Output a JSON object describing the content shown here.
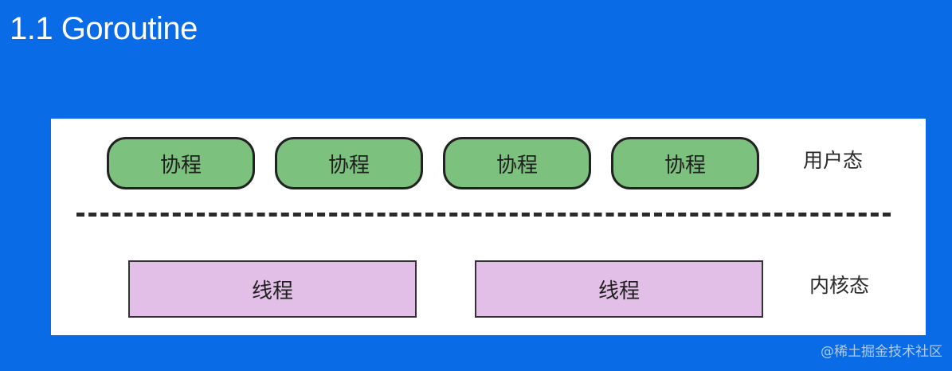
{
  "title": "1.1 Goroutine",
  "diagram": {
    "coroutines": [
      "协程",
      "协程",
      "协程",
      "协程"
    ],
    "threads": [
      "线程",
      "线程"
    ],
    "user_mode_label": "用户态",
    "kernel_mode_label": "内核态"
  },
  "watermark": "@稀土掘金技术社区",
  "colors": {
    "background": "#0a6be6",
    "coroutine_fill": "#7cc17d",
    "thread_fill": "#e2bfe6"
  }
}
